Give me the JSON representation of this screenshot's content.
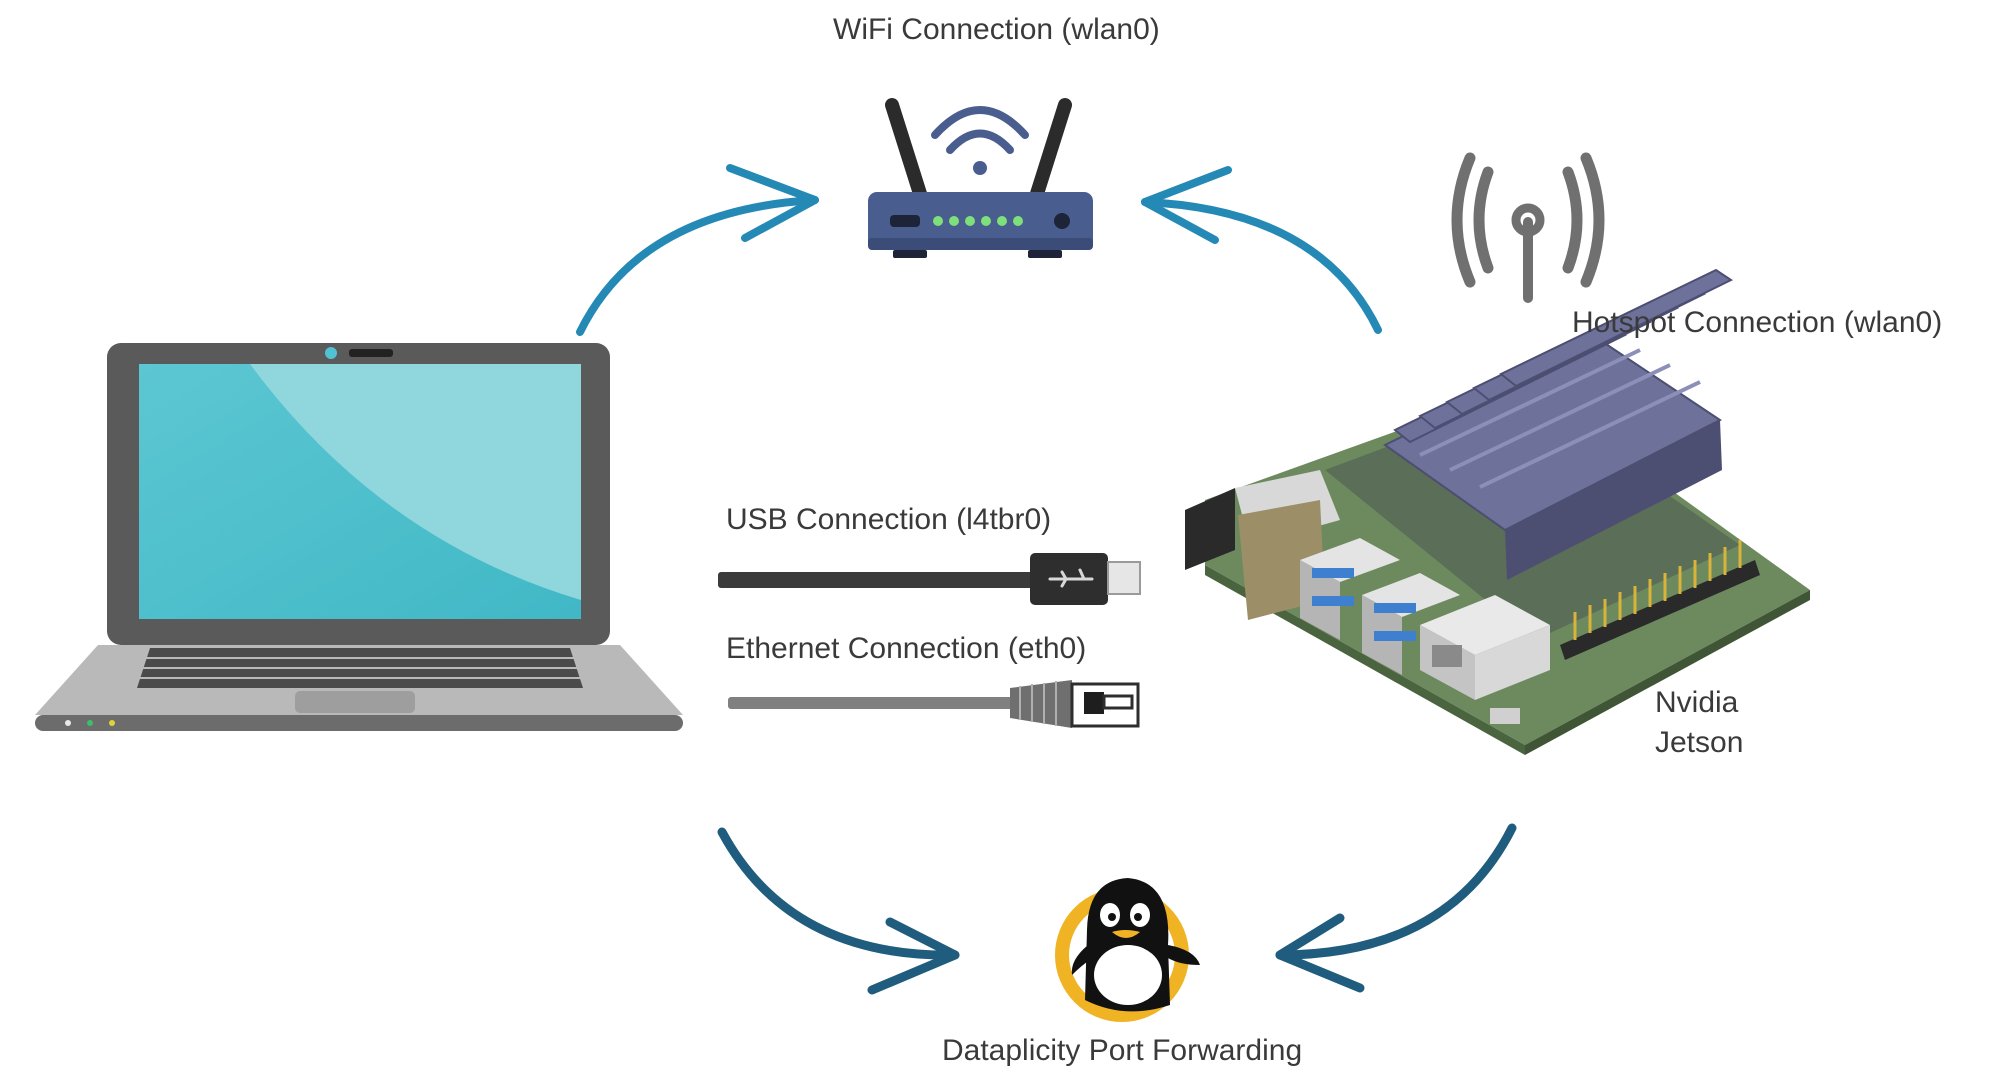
{
  "labels": {
    "wifi": "WiFi Connection (wlan0)",
    "hotspot": "Hotspot Connection (wlan0)",
    "usb": "USB Connection (l4tbr0)",
    "ethernet": "Ethernet Connection (eth0)",
    "jetson_line1": "Nvidia",
    "jetson_line2": "Jetson",
    "dataplicity": "Dataplicity Port Forwarding"
  },
  "icons": {
    "router": "wifi-router-icon",
    "hotspot": "hotspot-antenna-icon",
    "laptop": "laptop-icon",
    "board": "nvidia-jetson-board-icon",
    "usb": "usb-cable-icon",
    "ethernet": "ethernet-cable-icon",
    "penguin": "dataplicity-penguin-icon"
  },
  "colors": {
    "arrow_top": "#2589b5",
    "arrow_bottom": "#1f5c7e",
    "router_body": "#4a5d8f",
    "screen": "#4fc3d0",
    "heatsink": "#6e719a",
    "pcb": "#6d8a5f",
    "penguin_ring": "#f0b323"
  }
}
